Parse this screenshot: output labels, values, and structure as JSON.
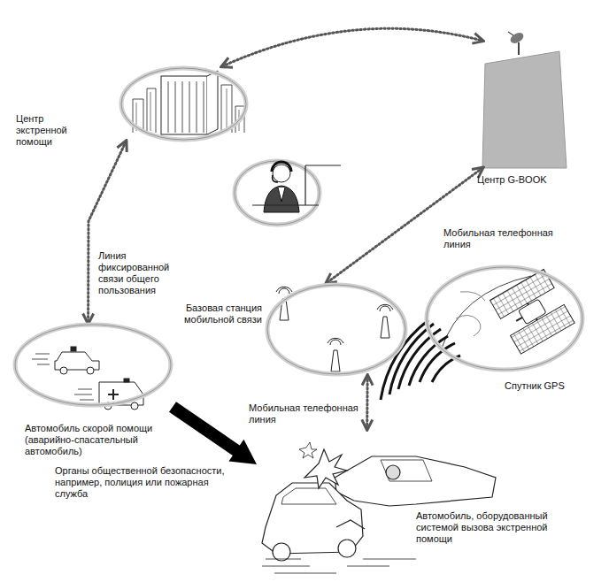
{
  "diagram": {
    "nodes": [
      {
        "text": [
          "Центр экстренной помощи"
        ]
      },
      {
        "text": [
          "Центр G-BOOK"
        ]
      },
      {
        "text": [
          "Базовая станция мобильной связи"
        ]
      },
      {
        "text": [
          "Спутник GPS"
        ]
      },
      {
        "text": [
          "Автомобиль скорой помощи (аварийно-спасательный автомобиль)",
          "Органы общественной безопасности, например, полиция или пожарная служба"
        ]
      },
      {
        "text": [
          "Автомобиль, оборудованный системой вызова экстренной помощи"
        ]
      }
    ],
    "edges": [
      {
        "from": 0,
        "to": 1,
        "arrow": "both"
      },
      {
        "from": 0,
        "to": 4,
        "label": "Линия фиксированной связи общего пользования",
        "arrow": "both"
      },
      {
        "from": 1,
        "to": 2,
        "label": "Мобильная телефонная линия",
        "arrow": "both"
      },
      {
        "from": 2,
        "to": 5,
        "label": "Мобильная телефонная линия",
        "arrow": "both"
      },
      {
        "from": 4,
        "to": 5,
        "arrow": "to"
      }
    ]
  }
}
